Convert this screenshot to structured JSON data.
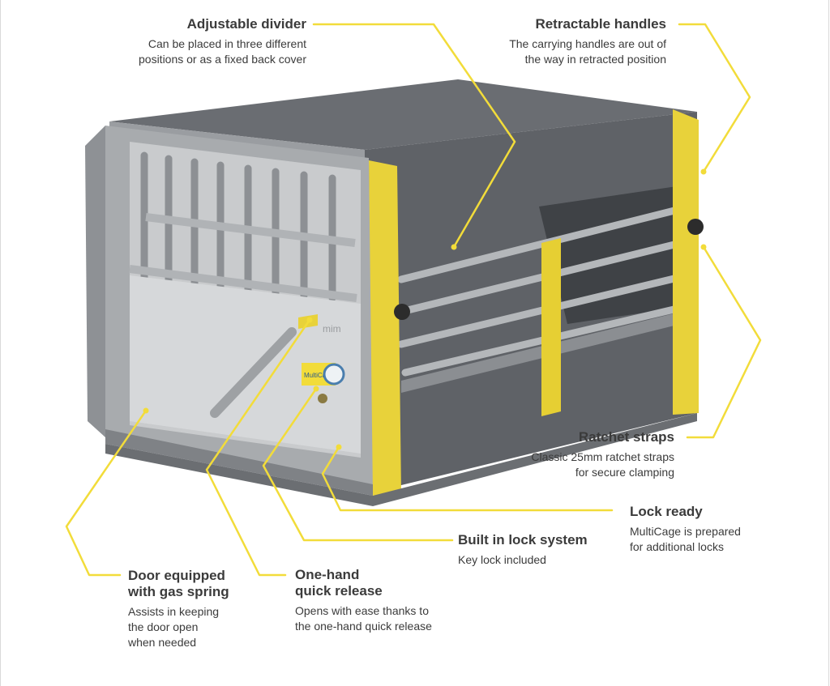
{
  "colors": {
    "accent": "#f2dc3a",
    "text": "#3b3b3b",
    "cage_dark": "#5d6065",
    "cage_light": "#b9bcbf",
    "door_light": "#c9cbcd"
  },
  "callouts": {
    "adjustable_divider": {
      "title": "Adjustable divider",
      "desc": [
        "Can be placed in three different",
        "positions or as a fixed back cover"
      ]
    },
    "retractable_handles": {
      "title": "Retractable handles",
      "desc": [
        "The carrying handles are out of",
        "the way in retracted position"
      ]
    },
    "ratchet_straps": {
      "title": "Ratchet straps",
      "desc": [
        "Classic 25mm ratchet straps",
        "for secure clamping"
      ]
    },
    "lock_ready": {
      "title": "Lock ready",
      "desc": [
        "MultiCage is prepared",
        "for additional locks"
      ]
    },
    "built_in_lock": {
      "title": "Built in lock system",
      "desc": [
        "Key lock included"
      ]
    },
    "one_hand_release": {
      "title": [
        "One-hand",
        "quick release"
      ],
      "desc": [
        "Opens with ease thanks to",
        "the one-hand quick release"
      ]
    },
    "gas_spring": {
      "title": [
        "Door equipped",
        "with gas spring"
      ],
      "desc": [
        "Assists in keeping",
        "the door open",
        "when needed"
      ]
    }
  },
  "product_labels": {
    "door_badge": "MultiCage",
    "brand_mark": "mim"
  }
}
